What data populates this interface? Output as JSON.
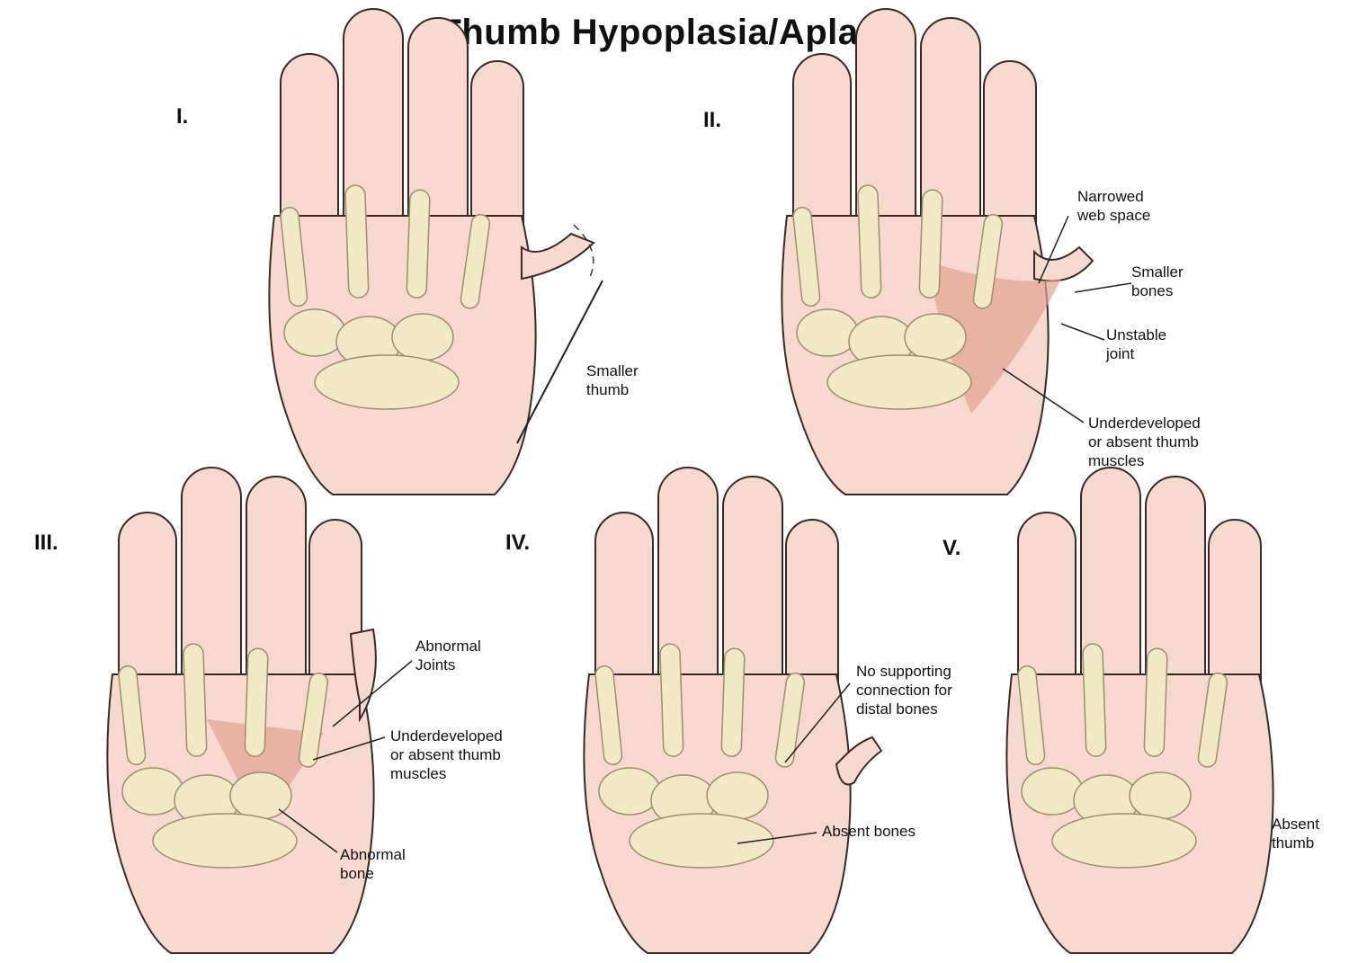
{
  "title": "Thumb Hypoplasia/Aplasia",
  "panels": [
    {
      "id": "I",
      "numeral": "I.",
      "labels": [
        "Smaller\nthumb"
      ]
    },
    {
      "id": "II",
      "numeral": "II.",
      "labels": [
        "Narrowed\nweb space",
        "Smaller\nbones",
        "Unstable\njoint",
        "Underdeveloped\nor absent thumb\nmuscles"
      ]
    },
    {
      "id": "III",
      "numeral": "III.",
      "labels": [
        "Abnormal\nJoints",
        "Underdeveloped\nor absent thumb\nmuscles",
        "Abnormal\nbone"
      ]
    },
    {
      "id": "IV",
      "numeral": "IV.",
      "labels": [
        "No supporting\nconnection for\ndistal bones",
        "Absent bones"
      ]
    },
    {
      "id": "V",
      "numeral": "V.",
      "labels": [
        "Absent\nthumb"
      ]
    }
  ],
  "colors": {
    "skin": "#f7d9cf",
    "skin_outline": "#3a2a26",
    "bone": "#f1e8c6",
    "bone_outline": "#9c8f6c",
    "muscle": "#e3a392"
  }
}
